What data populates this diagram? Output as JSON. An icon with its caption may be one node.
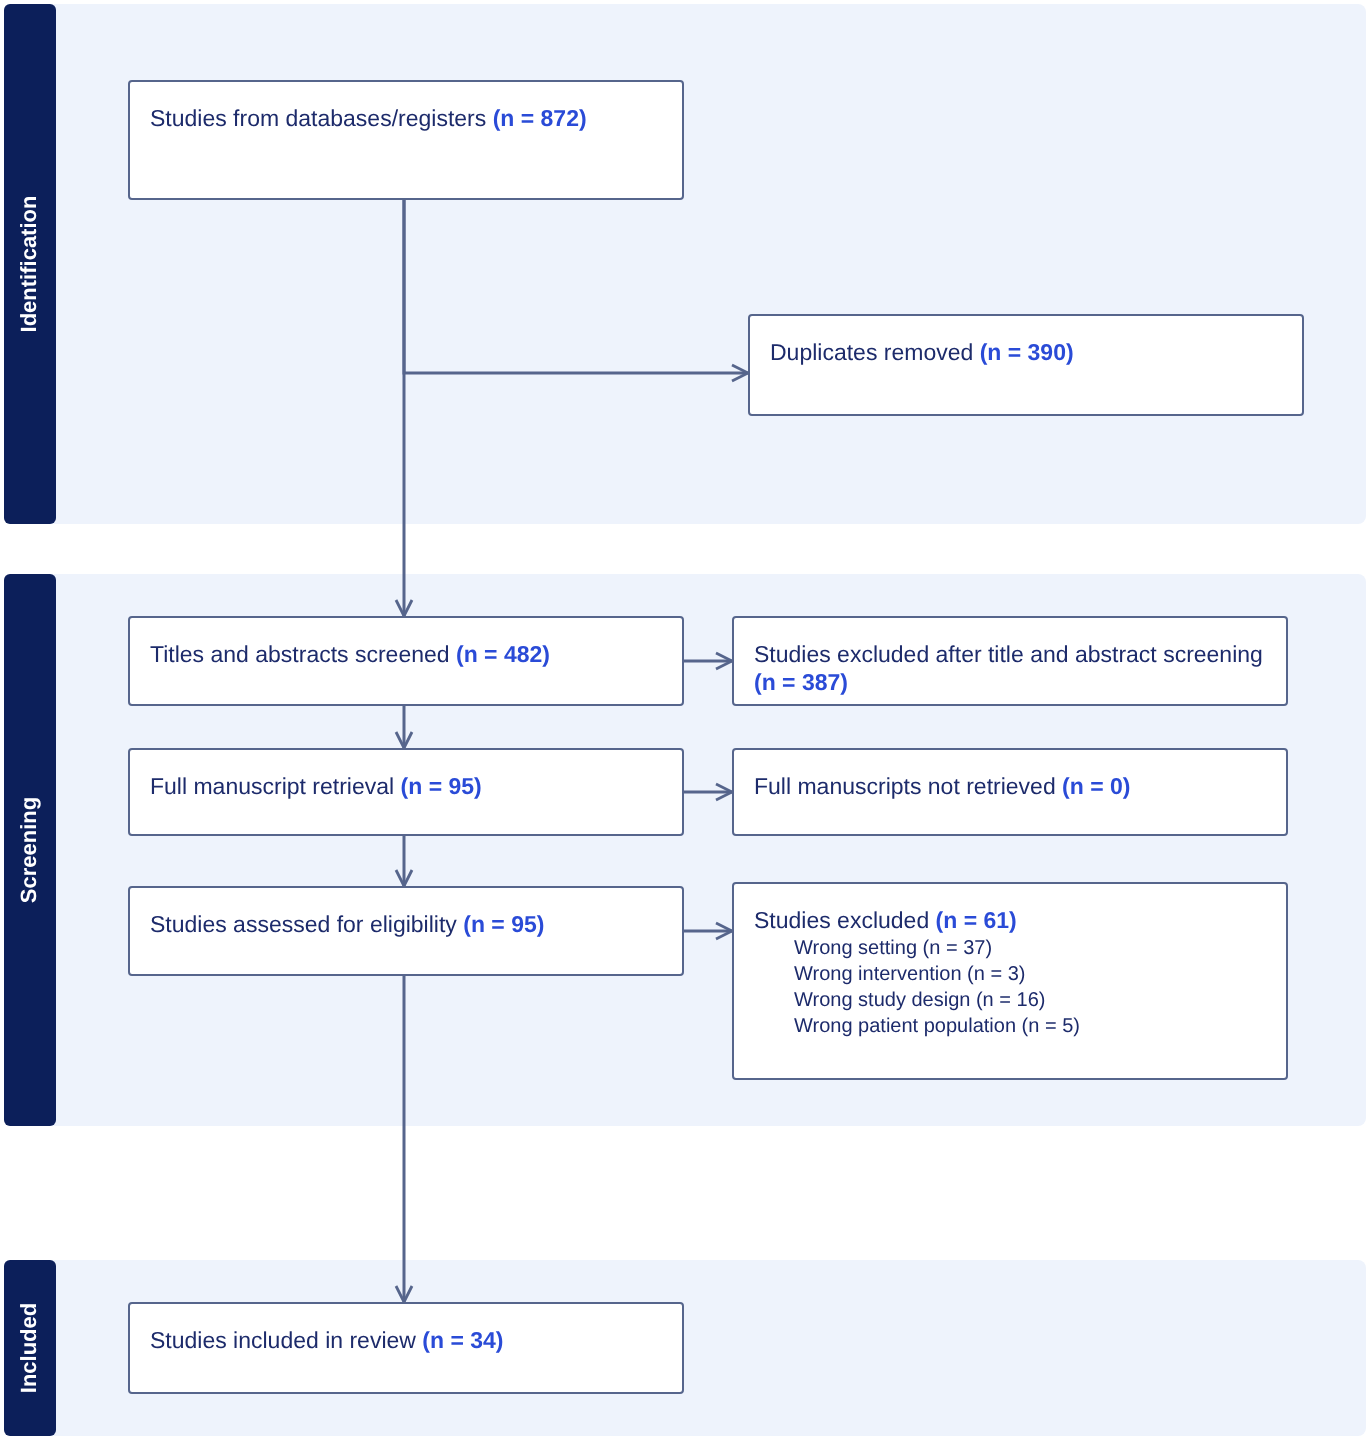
{
  "diagram": {
    "nodes": [
      {
        "text": [
          "Identification"
        ]
      },
      {
        "text": [
          "Studies from databases/registers **(n = 872)**"
        ],
        "in": 0
      },
      {
        "text": [
          "Duplicates removed **(n = 390)**"
        ],
        "in": 0
      },
      {
        "text": [
          "Screening"
        ]
      },
      {
        "text": [
          "Titles and abstracts screened **(n = 482)**"
        ],
        "in": 3
      },
      {
        "text": [
          "Studies excluded after title and abstract screening **(n = 387)**"
        ],
        "in": 3
      },
      {
        "text": [
          "Full manuscript retrieval **(n = 95)**"
        ],
        "in": 3
      },
      {
        "text": [
          "Full manuscripts not retrieved **(n = 0)**"
        ],
        "in": 3
      },
      {
        "text": [
          "Studies assessed for eligibility **(n = 95)**"
        ],
        "in": 3
      },
      {
        "text": [
          "Studies excluded **(n = 61)**",
          "Wrong setting (n = 37)",
          "Wrong intervention (n = 3)",
          "Wrong study design (n = 16)",
          "Wrong patient population (n = 5)"
        ],
        "in": 3
      },
      {
        "text": [
          "Included"
        ]
      },
      {
        "text": [
          "Studies included in review **(n = 34)**"
        ],
        "in": 10
      }
    ],
    "edges": [
      {
        "from": 1,
        "to": 2,
        "arrow": "to"
      },
      {
        "from": 1,
        "to": 4,
        "arrow": "to"
      },
      {
        "from": 4,
        "to": 5,
        "arrow": "to"
      },
      {
        "from": 4,
        "to": 6,
        "arrow": "to"
      },
      {
        "from": 6,
        "to": 7,
        "arrow": "to"
      },
      {
        "from": 6,
        "to": 8,
        "arrow": "to"
      },
      {
        "from": 8,
        "to": 9,
        "arrow": "to"
      },
      {
        "from": 8,
        "to": 11,
        "arrow": "to"
      }
    ]
  }
}
